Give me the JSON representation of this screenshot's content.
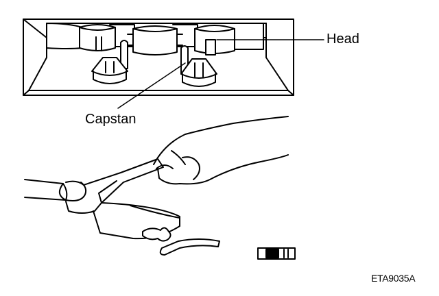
{
  "figure": {
    "labels": {
      "head": "Head",
      "capstan": "Capstan",
      "figure_code": "ETA9035A"
    },
    "icons": [
      "tape-deck-mechanism-icon",
      "head-icon",
      "capstan-icon",
      "pinch-roller-icon",
      "hand-icon",
      "cleaning-stick-icon",
      "cotton-swab-icon",
      "cassette-tape-icon"
    ],
    "colors": {
      "line": "#000000",
      "background": "#ffffff"
    }
  }
}
